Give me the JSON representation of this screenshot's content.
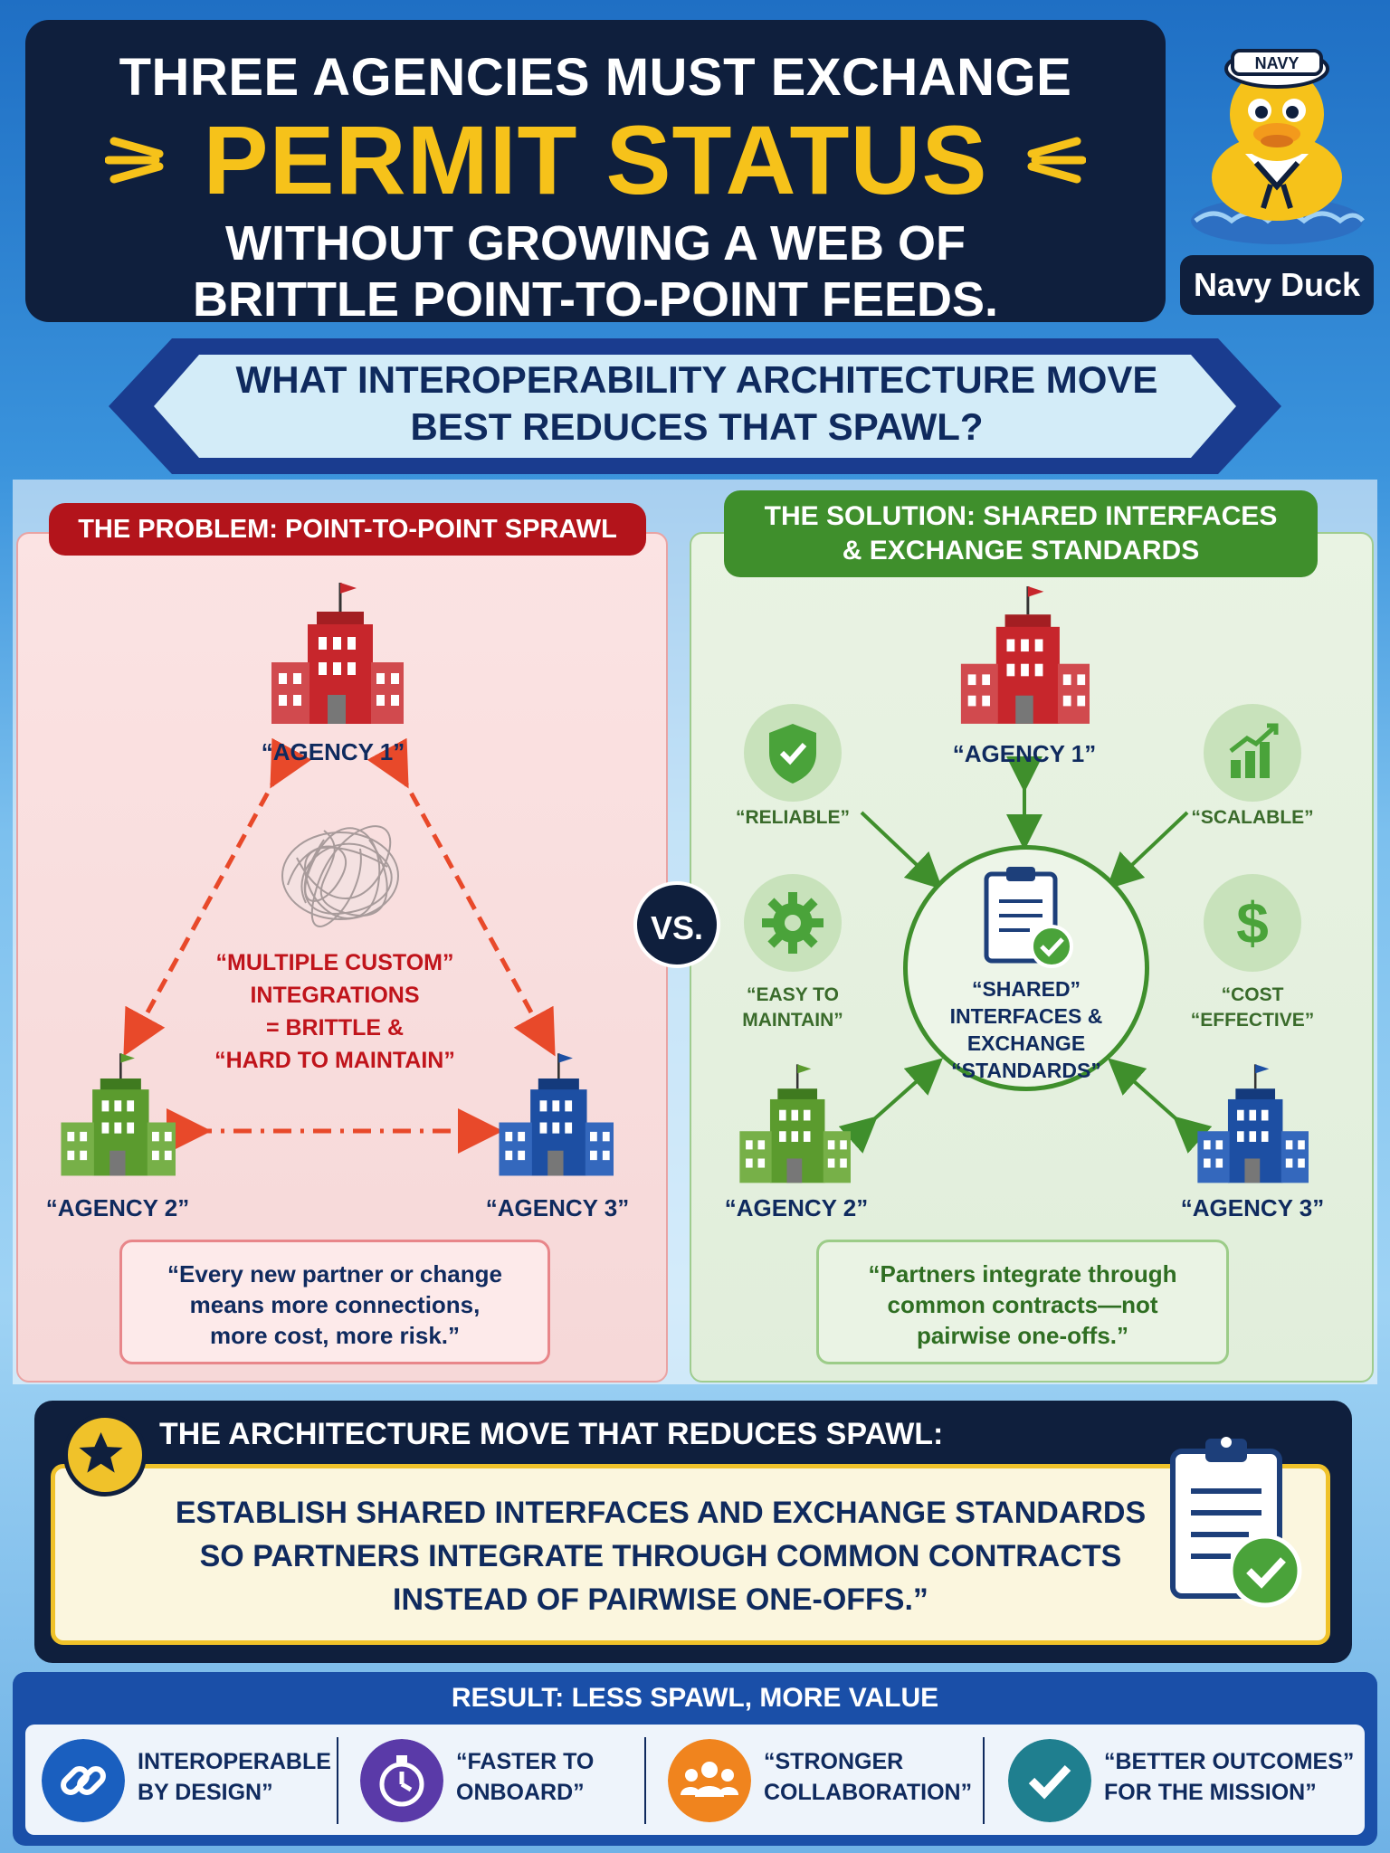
{
  "header": {
    "line1": "THREE AGENCIES MUST EXCHANGE",
    "line2": "PERMIT STATUS",
    "line3": "WITHOUT GROWING A WEB OF",
    "line4": "BRITTLE POINT-TO-POINT FEEDS."
  },
  "mascot": {
    "hat_text": "NAVY",
    "label": "Navy Duck"
  },
  "question": {
    "line1": "WHAT INTEROPERABILITY ARCHITECTURE MOVE",
    "line2": "BEST REDUCES THAT SPAWL?"
  },
  "problem": {
    "title": "THE PROBLEM: POINT-TO-POINT SPRAWL",
    "agency1": "“AGENCY 1”",
    "agency2": "“AGENCY 2”",
    "agency3": "“AGENCY 3”",
    "note_line1": "“MULTIPLE CUSTOM”",
    "note_line2": "INTEGRATIONS",
    "note_line3": "= BRITTLE &",
    "note_line4": "“HARD TO MAINTAIN”",
    "quote_line1": "“Every new partner or change",
    "quote_line2": "means more connections,",
    "quote_line3": "more cost, more risk.”"
  },
  "vs": "VS.",
  "solution": {
    "title_line1": "THE SOLUTION: SHARED INTERFACES",
    "title_line2": "& EXCHANGE STANDARDS",
    "agency1": "“AGENCY 1”",
    "agency2": "“AGENCY 2”",
    "agency3": "“AGENCY 3”",
    "reliable": "“RELIABLE”",
    "scalable": "“SCALABLE”",
    "easy_line1": "“EASY TO",
    "easy_line2": "MAINTAIN”",
    "cost_line1": "“COST",
    "cost_line2": "“EFFECTIVE”",
    "hub_line1": "“SHARED”",
    "hub_line2": "INTERFACES &",
    "hub_line3": "EXCHANGE",
    "hub_line4": "“STANDARDS”",
    "quote_line1": "“Partners integrate through",
    "quote_line2": "common contracts—not",
    "quote_line3": "pairwise one-offs.”"
  },
  "move": {
    "title": "THE ARCHITECTURE MOVE THAT REDUCES SPAWL:",
    "line1": "ESTABLISH SHARED INTERFACES AND EXCHANGE STANDARDS",
    "line2": "SO PARTNERS INTEGRATE THROUGH COMMON CONTRACTS",
    "line3": "INSTEAD OF PAIRWISE ONE-OFFS.”"
  },
  "result": {
    "title": "RESULT: LESS SPAWL, MORE VALUE",
    "items": [
      {
        "line1": "INTEROPERABLE",
        "line2": "BY DESIGN”",
        "icon": "link-icon",
        "color": "#1a5fbf"
      },
      {
        "line1": "“FASTER TO",
        "line2": "ONBOARD”",
        "icon": "stopwatch-icon",
        "color": "#5a3aa8"
      },
      {
        "line1": "“STRONGER",
        "line2": "COLLABORATION”",
        "icon": "people-icon",
        "color": "#f0841e"
      },
      {
        "line1": "“BETTER OUTCOMES”",
        "line2": "FOR THE MISSION”",
        "icon": "check-icon",
        "color": "#1f7f8f"
      }
    ]
  },
  "colors": {
    "navy": "#0f1f3d",
    "gold": "#f6c21a",
    "problem_red": "#b3141b",
    "solution_green": "#3f8f2c",
    "agency1_red": "#c7262c",
    "agency2_green": "#5b9b2e",
    "agency3_blue": "#1d4fa3"
  }
}
